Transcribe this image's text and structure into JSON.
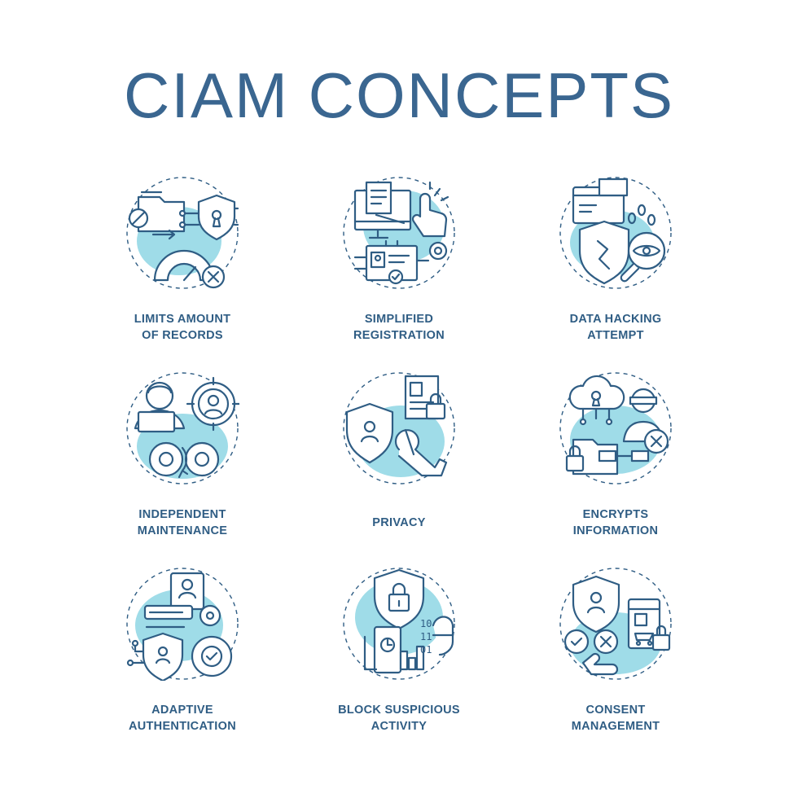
{
  "title": "CIAM CONCEPTS",
  "accent_color": "#9fdce8",
  "text_color": "#2f5d84",
  "items": [
    {
      "icon": "records-limit-icon",
      "line1": "LIMITS AMOUNT",
      "line2": "OF RECORDS"
    },
    {
      "icon": "registration-icon",
      "line1": "SIMPLIFIED",
      "line2": "REGISTRATION"
    },
    {
      "icon": "hacking-attempt-icon",
      "line1": "DATA HACKING",
      "line2": "ATTEMPT"
    },
    {
      "icon": "maintenance-icon",
      "line1": "INDEPENDENT",
      "line2": "MAINTENANCE"
    },
    {
      "icon": "privacy-icon",
      "line1": "PRIVACY",
      "line2": ""
    },
    {
      "icon": "encryption-icon",
      "line1": "ENCRYPTS",
      "line2": "INFORMATION"
    },
    {
      "icon": "adaptive-auth-icon",
      "line1": "ADAPTIVE",
      "line2": "AUTHENTICATION"
    },
    {
      "icon": "block-activity-icon",
      "line1": "BLOCK SUSPICIOUS",
      "line2": "ACTIVITY"
    },
    {
      "icon": "consent-icon",
      "line1": "CONSENT",
      "line2": "MANAGEMENT"
    }
  ]
}
